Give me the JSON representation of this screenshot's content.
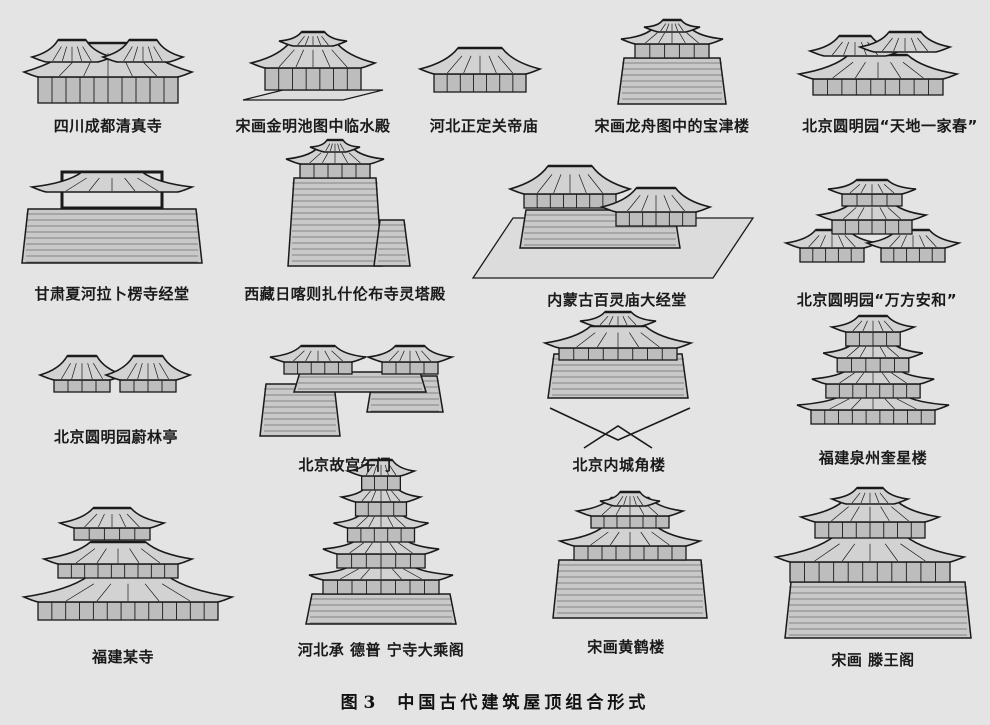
{
  "figure": {
    "number": "图 3",
    "title": "中国古代建筑屋顶组合形式"
  },
  "items": [
    {
      "label": "四川成都清真寺"
    },
    {
      "label": "宋画金明池图中临水殿"
    },
    {
      "label": "河北正定关帝庙"
    },
    {
      "label": "宋画龙舟图中的宝津楼"
    },
    {
      "label": "北京圆明园“天地一家春”"
    },
    {
      "label": "甘肃夏河拉卜楞寺经堂"
    },
    {
      "label": "西藏日喀则扎什伦布寺灵塔殿"
    },
    {
      "label": "内蒙古百灵庙大经堂"
    },
    {
      "label": "北京圆明园“万方安和”"
    },
    {
      "label": "北京圆明园蔚林亭"
    },
    {
      "label": "北京故宫午门"
    },
    {
      "label": "北京内城角楼"
    },
    {
      "label": "福建泉州奎星楼"
    },
    {
      "label": "福建某寺"
    },
    {
      "label": "河北承 德普 宁寺大乘阁"
    },
    {
      "label": "宋画黄鹤楼"
    },
    {
      "label": "宋画 滕王阁"
    }
  ],
  "colors": {
    "background": "#e4e4e4",
    "ink": "#1a1a1a",
    "wall": "#c9c9c9"
  }
}
